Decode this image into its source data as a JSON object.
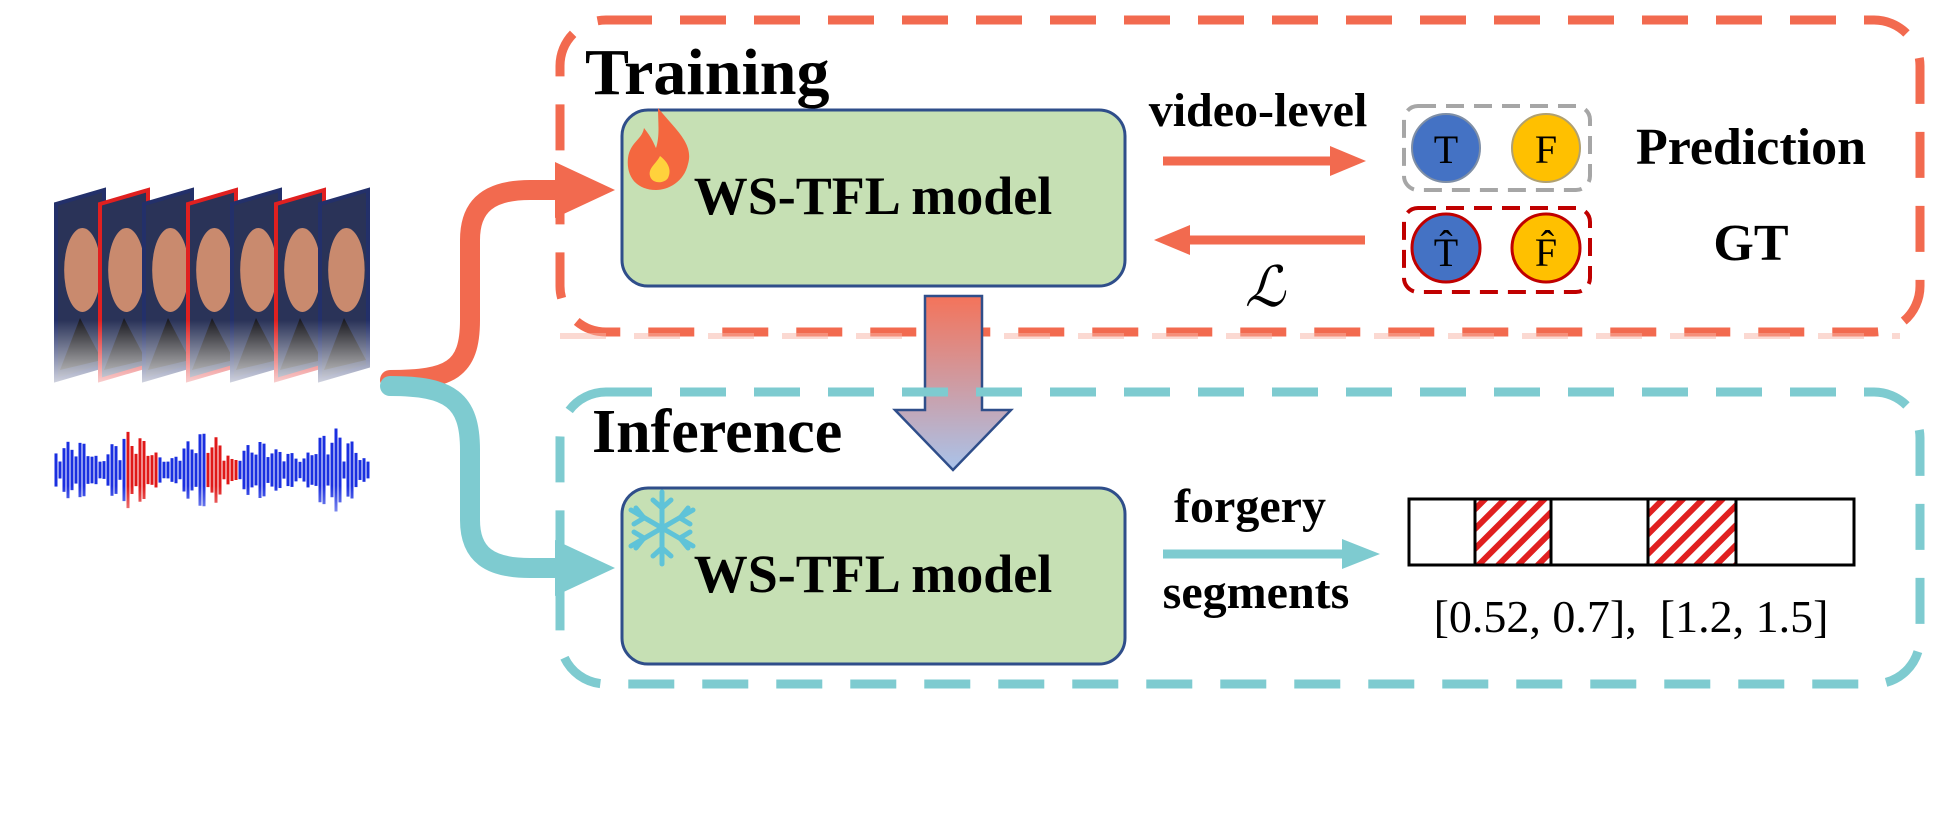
{
  "training": {
    "title": "Training",
    "model_label": "WS-TFL model",
    "arrow_label": "video-level",
    "loss_symbol": "ℒ",
    "prediction_label": "Prediction",
    "gt_label": "GT",
    "prediction_items": [
      "T",
      "F"
    ],
    "gt_items": [
      "T̂",
      "F̂"
    ],
    "model_icon": "fire-icon"
  },
  "inference": {
    "title": "Inference",
    "model_label": "WS-TFL model",
    "arrow_label_line1": "forgery",
    "arrow_label_line2": "segments",
    "segments_text": "[0.52, 0.7],  [1.2, 1.5]",
    "model_icon": "snowflake-icon"
  },
  "colors": {
    "training_accent": "#f26a4f",
    "inference_accent": "#7ecbd0",
    "model_fill": "#c6e0b4",
    "model_stroke": "#2f4e8a",
    "true_circle": "#4472c4",
    "fake_circle": "#ffc000",
    "gt_box": "#c00000",
    "pred_box": "#a6a6a6",
    "forgery_hatch": "#e02020"
  }
}
